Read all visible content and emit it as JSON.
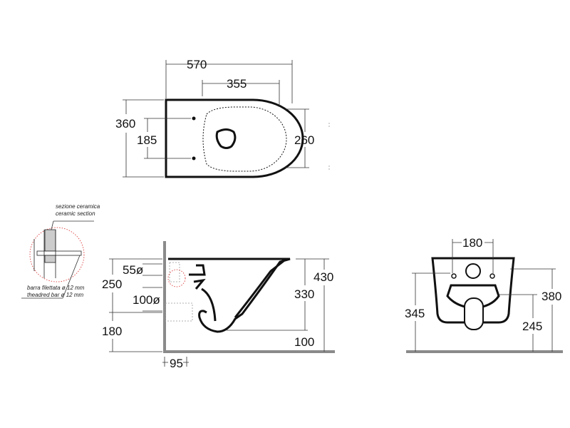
{
  "top_view": {
    "width_total": "570",
    "width_seat": "355",
    "depth_total": "360",
    "fixing_spacing": "185",
    "seat_depth": "260"
  },
  "detail": {
    "label_it": "sezione ceramica",
    "label_en": "ceramic section",
    "bar_it": "barra filettata ø 12 mm",
    "bar_en": "theadred bar ø 12 mm"
  },
  "side_view": {
    "inlet": "55ø",
    "fixing_height": "250",
    "outlet": "100ø",
    "outlet_height": "180",
    "total_height": "430",
    "bowl_height": "330",
    "floor_gap": "100",
    "wall_offset": "95"
  },
  "front_view": {
    "fixing_spacing": "180",
    "height_left": "345",
    "height_right": "380",
    "outlet_height": "245"
  },
  "colors": {
    "line": "#111111",
    "wall": "#8a8a8a",
    "detail_circle": "#e05050"
  }
}
